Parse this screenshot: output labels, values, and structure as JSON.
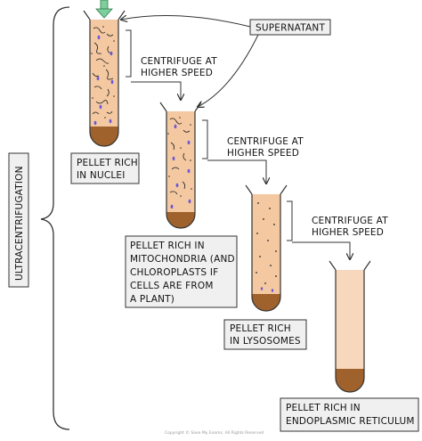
{
  "side_label": "ULTRACENTRIFUGATION",
  "supernatant_label": "SUPERNATANT",
  "steps": [
    {
      "line1": "CENTRIFUGE AT",
      "line2": "HIGHER SPEED"
    },
    {
      "line1": "CENTRIFUGE AT",
      "line2": "HIGHER SPEED"
    },
    {
      "line1": "CENTRIFUGE AT",
      "line2": "HIGHER SPEED"
    }
  ],
  "pellets": [
    {
      "lines": [
        "PELLET RICH",
        "IN NUCLEI"
      ]
    },
    {
      "lines": [
        "PELLET RICH IN",
        "MITOCHONDRIA (AND",
        "CHLOROPLASTS IF",
        "CELLS ARE FROM",
        "A PLANT)"
      ]
    },
    {
      "lines": [
        "PELLET RICH",
        "IN LYSOSOMES"
      ]
    },
    {
      "lines": [
        "PELLET RICH IN",
        "ENDOPLASMIC RETICULUM"
      ]
    }
  ],
  "watermark": "Copyright © Save My Exams. All Rights Reserved",
  "colors": {
    "tube_fill": "#f4c9a1",
    "tube_fill_light": "#f8d8bd",
    "pellet": "#a0622c",
    "box_fill": "#f0f0f0",
    "outline": "#333333",
    "arrow_green": "#7dcf9b"
  }
}
